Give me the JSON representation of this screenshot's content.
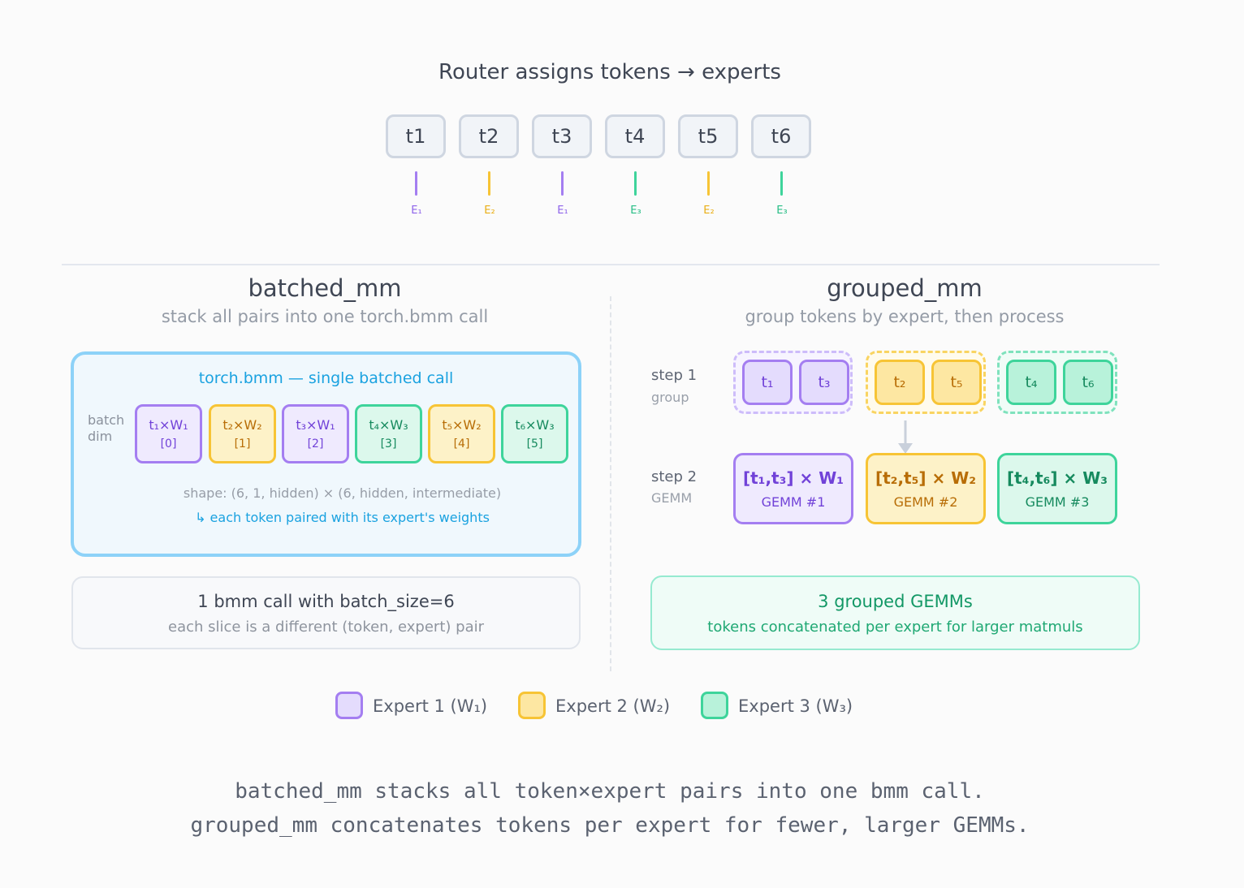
{
  "header": {
    "title": "Router assigns tokens → experts",
    "tokens": [
      "t1",
      "t2",
      "t3",
      "t4",
      "t5",
      "t6"
    ],
    "routes": [
      "E₁",
      "E₂",
      "E₁",
      "E₃",
      "E₂",
      "E₃"
    ]
  },
  "batched": {
    "title": "batched_mm",
    "subtitle": "stack all pairs into one torch.bmm call",
    "panel_title": "torch.bmm — single batched call",
    "batch_label_1": "batch",
    "batch_label_2": "dim",
    "slices": [
      {
        "label": "t₁×W₁",
        "index": "[0]"
      },
      {
        "label": "t₂×W₂",
        "index": "[1]"
      },
      {
        "label": "t₃×W₁",
        "index": "[2]"
      },
      {
        "label": "t₄×W₃",
        "index": "[3]"
      },
      {
        "label": "t₅×W₂",
        "index": "[4]"
      },
      {
        "label": "t₆×W₃",
        "index": "[5]"
      }
    ],
    "shape": "shape: (6, 1, hidden) × (6, hidden, intermediate)",
    "pairing": "↳ each token paired with its expert's weights",
    "summary_title": "1 bmm call with batch_size=6",
    "summary_sub": "each slice is a different (token, expert) pair"
  },
  "grouped": {
    "title": "grouped_mm",
    "subtitle": "group tokens by expert, then process",
    "step1": "step 1",
    "step1_sub": "group",
    "step2": "step 2",
    "step2_sub": "GEMM",
    "groups": [
      [
        "t₁",
        "t₃"
      ],
      [
        "t₂",
        "t₅"
      ],
      [
        "t₄",
        "t₆"
      ]
    ],
    "gemms": [
      {
        "label": "[t₁,t₃] × W₁",
        "sub": "GEMM #1"
      },
      {
        "label": "[t₂,t₅] × W₂",
        "sub": "GEMM #2"
      },
      {
        "label": "[t₄,t₆] × W₃",
        "sub": "GEMM #3"
      }
    ],
    "summary_title": "3 grouped GEMMs",
    "summary_sub": "tokens concatenated per expert for larger matmuls"
  },
  "legend": [
    "Expert 1 (W₁)",
    "Expert 2 (W₂)",
    "Expert 3 (W₃)"
  ],
  "footer": {
    "line1": "batched_mm stacks all token×expert pairs into one bmm call.",
    "line2": "grouped_mm concatenates tokens per expert for fewer, larger GEMMs."
  },
  "colors": {
    "expert1": "#a47ef1",
    "expert2": "#f7c435",
    "expert3": "#3ed49b",
    "bmm_accent": "#1aa2e0"
  }
}
